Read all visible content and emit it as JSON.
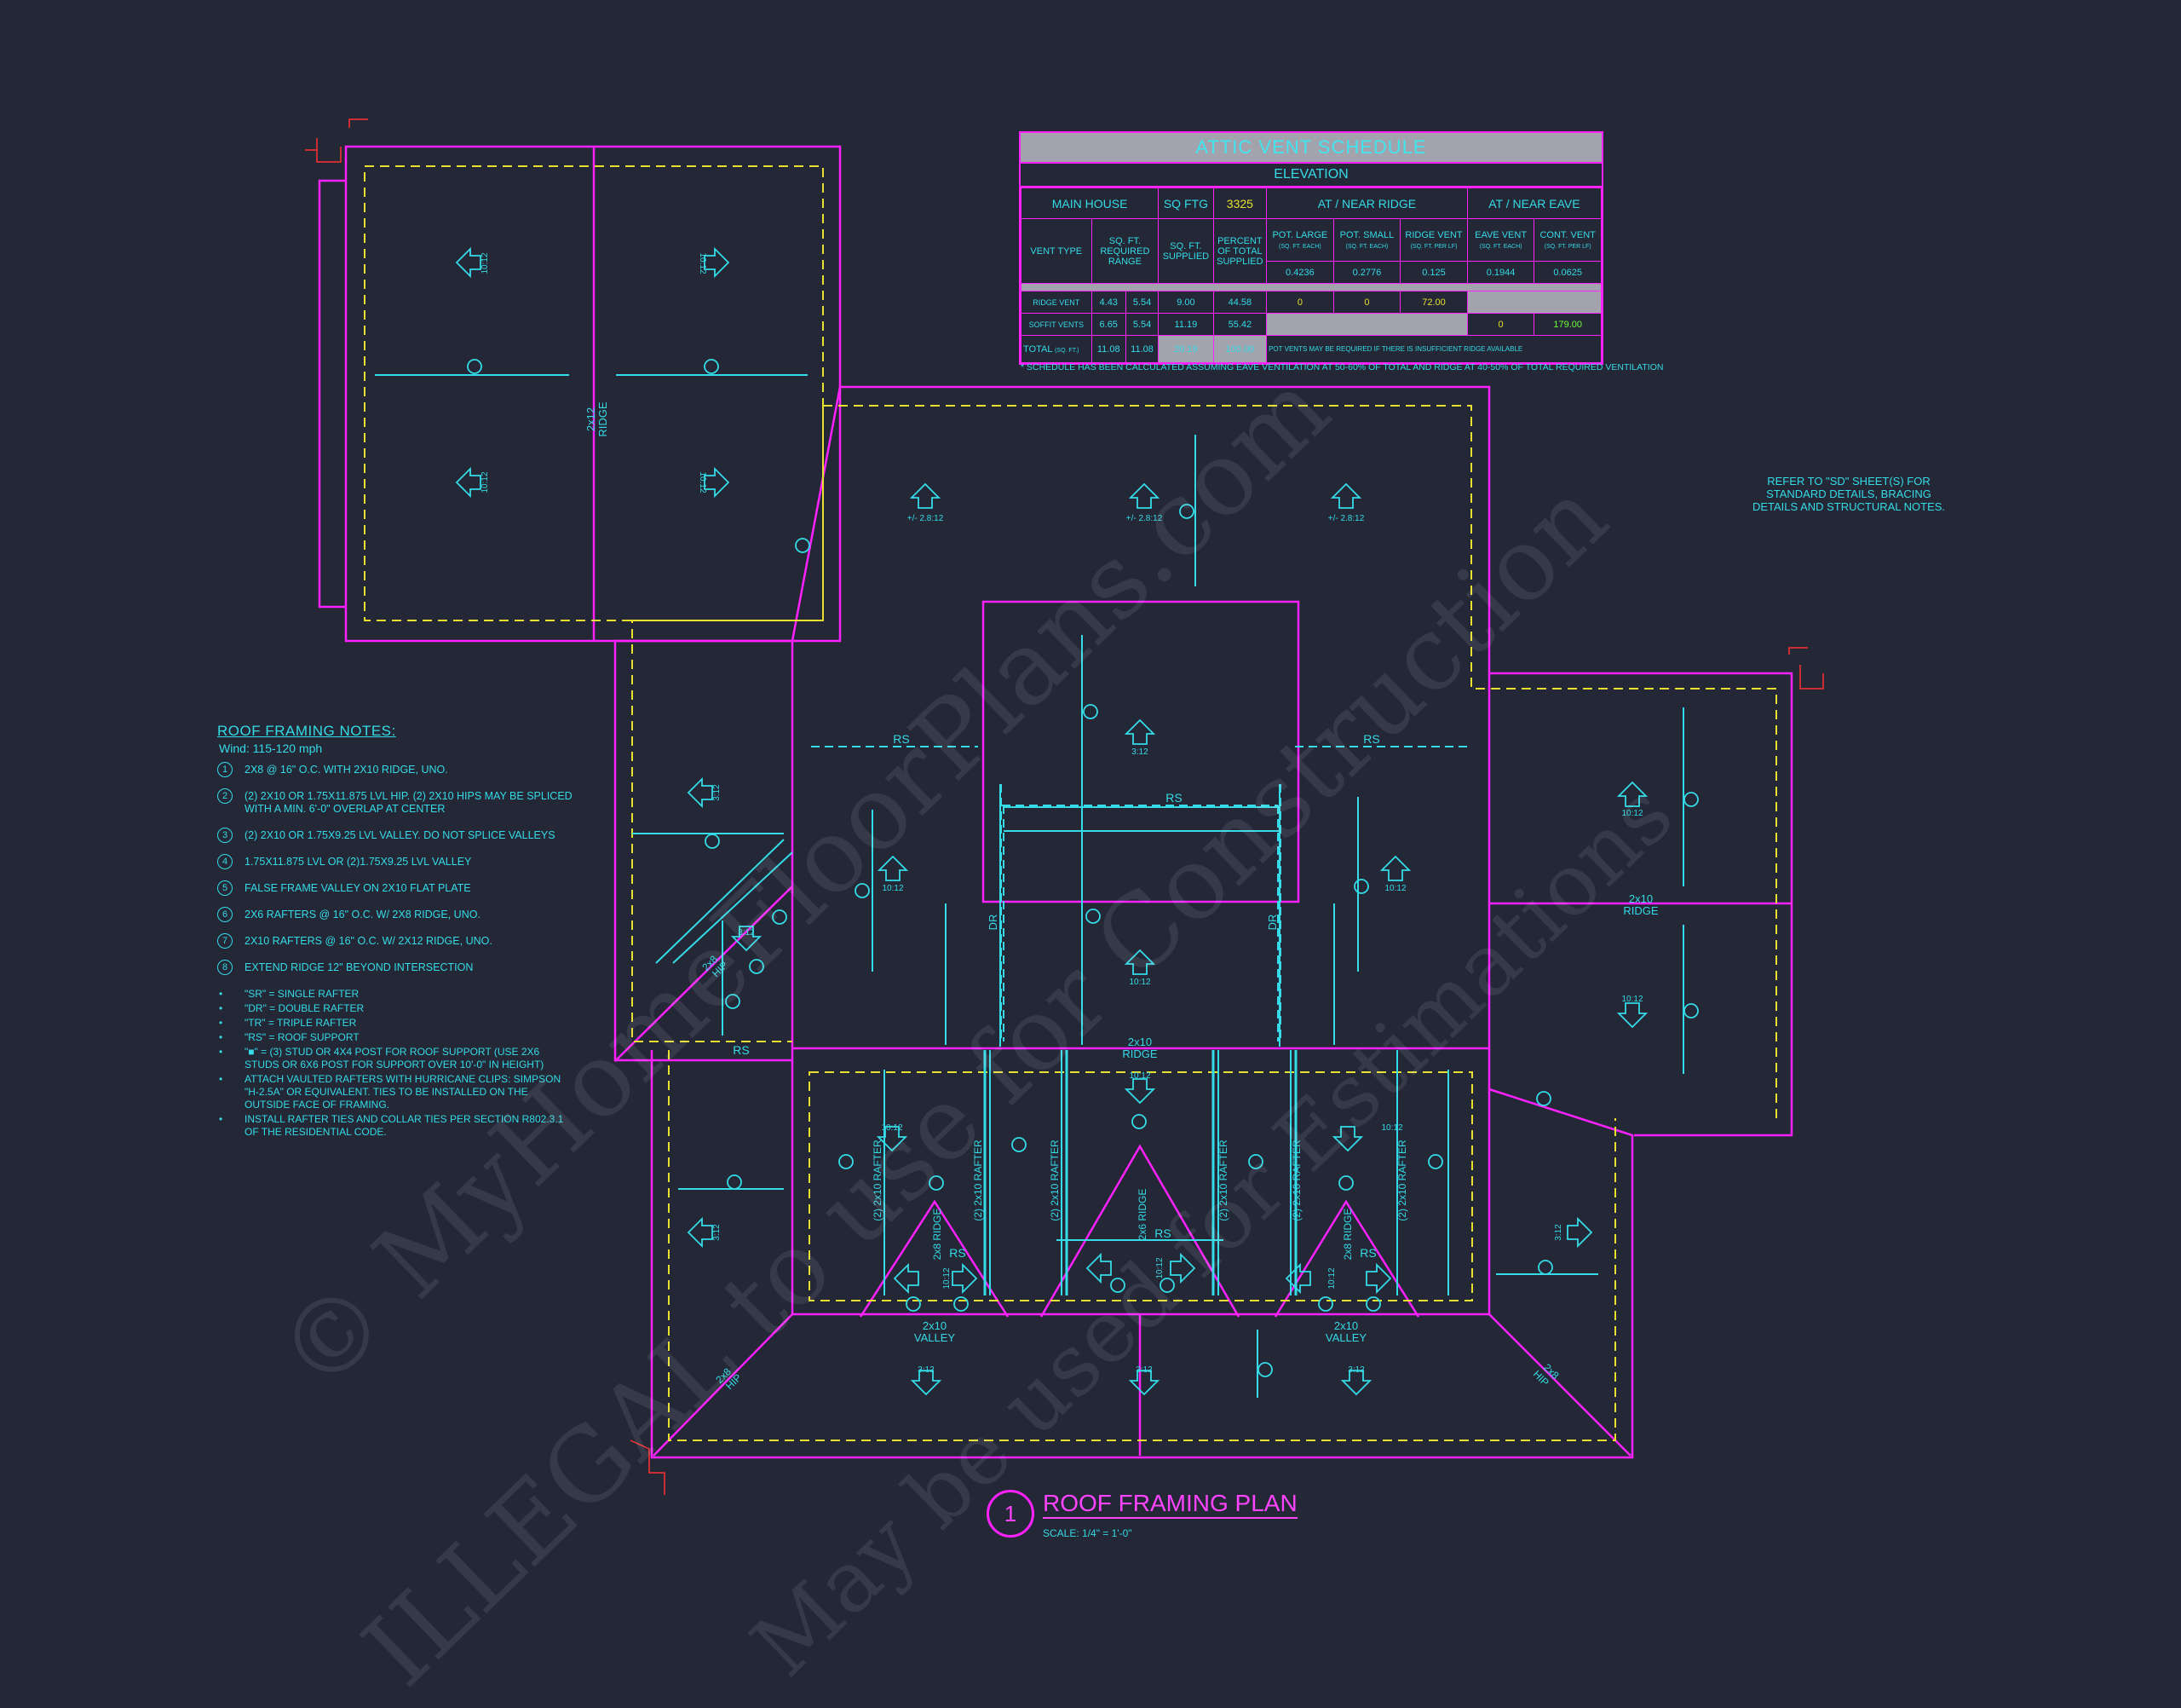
{
  "vent_schedule": {
    "title": "ATTIC VENT SCHEDULE",
    "subtitle": "ELEVATION",
    "group_main": "MAIN HOUSE",
    "sqftg_label": "SQ FTG",
    "sqftg_value": "3325",
    "group_ridge": "AT / NEAR RIDGE",
    "group_eave": "AT / NEAR EAVE",
    "col_vent_type": "VENT TYPE",
    "col_required": "SQ. FT. REQUIRED RANGE",
    "col_supplied": "SQ. FT. SUPPLIED",
    "col_percent": "PERCENT OF TOTAL SUPPLIED",
    "col_pot_large": "POT. LARGE",
    "col_pot_small": "POT. SMALL",
    "col_ridge_vent": "RIDGE VENT",
    "col_eave_vent": "EAVE VENT",
    "col_cont_vent": "CONT. VENT",
    "unit_large": "(SQ. FT. EACH)",
    "unit_small": "(SQ. FT. EACH)",
    "unit_ridge": "(SQ. FT. PER LF)",
    "unit_eave": "(SQ. FT. EACH)",
    "unit_cont": "(SQ. FT. PER LF)",
    "rate_pot_large": "0.4236",
    "rate_pot_small": "0.2776",
    "rate_ridge_vent": "0.125",
    "rate_eave_vent": "0.1944",
    "rate_cont_vent": "0.0625",
    "rows": [
      {
        "type": "RIDGE VENT",
        "req_min": "4.43",
        "req_max": "5.54",
        "supplied": "9.00",
        "percent": "44.58",
        "pot_large": "0",
        "pot_small": "0",
        "ridge": "72.00"
      },
      {
        "type": "SOFFIT VENTS",
        "req_min": "6.65",
        "req_max": "5.54",
        "supplied": "11.19",
        "percent": "55.42",
        "eave": "0",
        "cont": "179.00"
      }
    ],
    "total_label": "TOTAL",
    "total_unit": "(SQ. FT.)",
    "total_min": "11.08",
    "total_max": "11.08",
    "total_supplied": "20.19",
    "total_percent": "100.00",
    "total_note": "POT VENTS MAY BE REQUIRED IF THERE IS INSUFFICIENT RIDGE AVAILABLE",
    "footnote": "* SCHEDULE HAS BEEN CALCULATED ASSUMING EAVE VENTILATION AT 50-60% OF TOTAL AND RIDGE AT 40-50% OF TOTAL REQUIRED VENTILATION"
  },
  "notes": {
    "heading": "ROOF FRAMING NOTES:",
    "wind": "Wind: 115-120 mph",
    "items": [
      {
        "num": "1",
        "text": "2x8 @ 16\" O.C. WITH 2x10 RIDGE, UNO."
      },
      {
        "num": "2",
        "text": "(2) 2x10 OR 1.75x11.875 LVL HIP. (2) 2x10 HIPS MAY BE SPLICED WITH A MIN. 6'-0\" OVERLAP AT CENTER"
      },
      {
        "num": "3",
        "text": "(2) 2x10 OR 1.75x9.25 LVL VALLEY. DO NOT SPLICE VALLEYS"
      },
      {
        "num": "4",
        "text": "1.75x11.875 LVL OR (2)1.75x9.25 LVL VALLEY"
      },
      {
        "num": "5",
        "text": "FALSE FRAME VALLEY ON 2x10 FLAT PLATE"
      },
      {
        "num": "6",
        "text": "2x6 RAFTERS @ 16\" O.C. W/ 2x8 RIDGE, UNO."
      },
      {
        "num": "7",
        "text": "2x10 RAFTERS @ 16\" O.C. W/ 2x12 RIDGE, UNO."
      },
      {
        "num": "8",
        "text": "EXTEND RIDGE 12\" BEYOND INTERSECTION"
      }
    ],
    "bullets": [
      "\"SR\" = SINGLE RAFTER",
      "\"DR\" = DOUBLE RAFTER",
      "\"TR\" = TRIPLE RAFTER",
      "\"RS\" = ROOF SUPPORT",
      "\"■\" = (3) STUD OR 4x4 POST FOR ROOF SUPPORT (USE 2X6 STUDS OR 6X6 POST FOR SUPPORT OVER 10'-0\" IN HEIGHT)",
      "ATTACH VAULTED RAFTERS WITH HURRICANE CLIPS: SIMPSON \"H-2.5A\" OR EQUIVALENT. TIES TO BE INSTALLED ON THE OUTSIDE FACE OF FRAMING.",
      "INSTALL RAFTER TIES AND COLLAR TIES PER SECTION R802.3.1 OF THE RESIDENTIAL CODE."
    ]
  },
  "refer_note": "REFER TO \"SD\" SHEET(S) FOR STANDARD DETAILS, BRACING DETAILS AND STRUCTURAL NOTES.",
  "drawing_title": {
    "num": "1",
    "title": "ROOF FRAMING PLAN",
    "scale": "SCALE:   1/4\" = 1'-0\""
  },
  "plan_labels": {
    "ridge": "RIDGE",
    "ridge_2x10": "2x10",
    "ridge_2x12": "2x12",
    "valley": "VALLEY",
    "valley_2x10": "2x10",
    "rs": "RS",
    "dr": "DR",
    "hip": "HIP",
    "hip_2x8": "2x8",
    "rafter_2x10": "(2) 2x10 RAFTER",
    "ridge_2x8": "2x8 RIDGE",
    "ridge_2x6": "2x6 RIDGE",
    "pitch_1012": "10:12",
    "pitch_312": "3:12",
    "pitch_2812": "+/- 2.8:12"
  },
  "watermark": {
    "line1": "© MyHomeFloorPlans.com",
    "line2": "ILLEGAL to use for Construction",
    "line3": "May be used for Estimations"
  },
  "colors": {
    "background": "#232736",
    "magenta": "#ff22ff",
    "yellow": "#e8e030",
    "cyan": "#35dbe6",
    "red": "#ff3030"
  }
}
